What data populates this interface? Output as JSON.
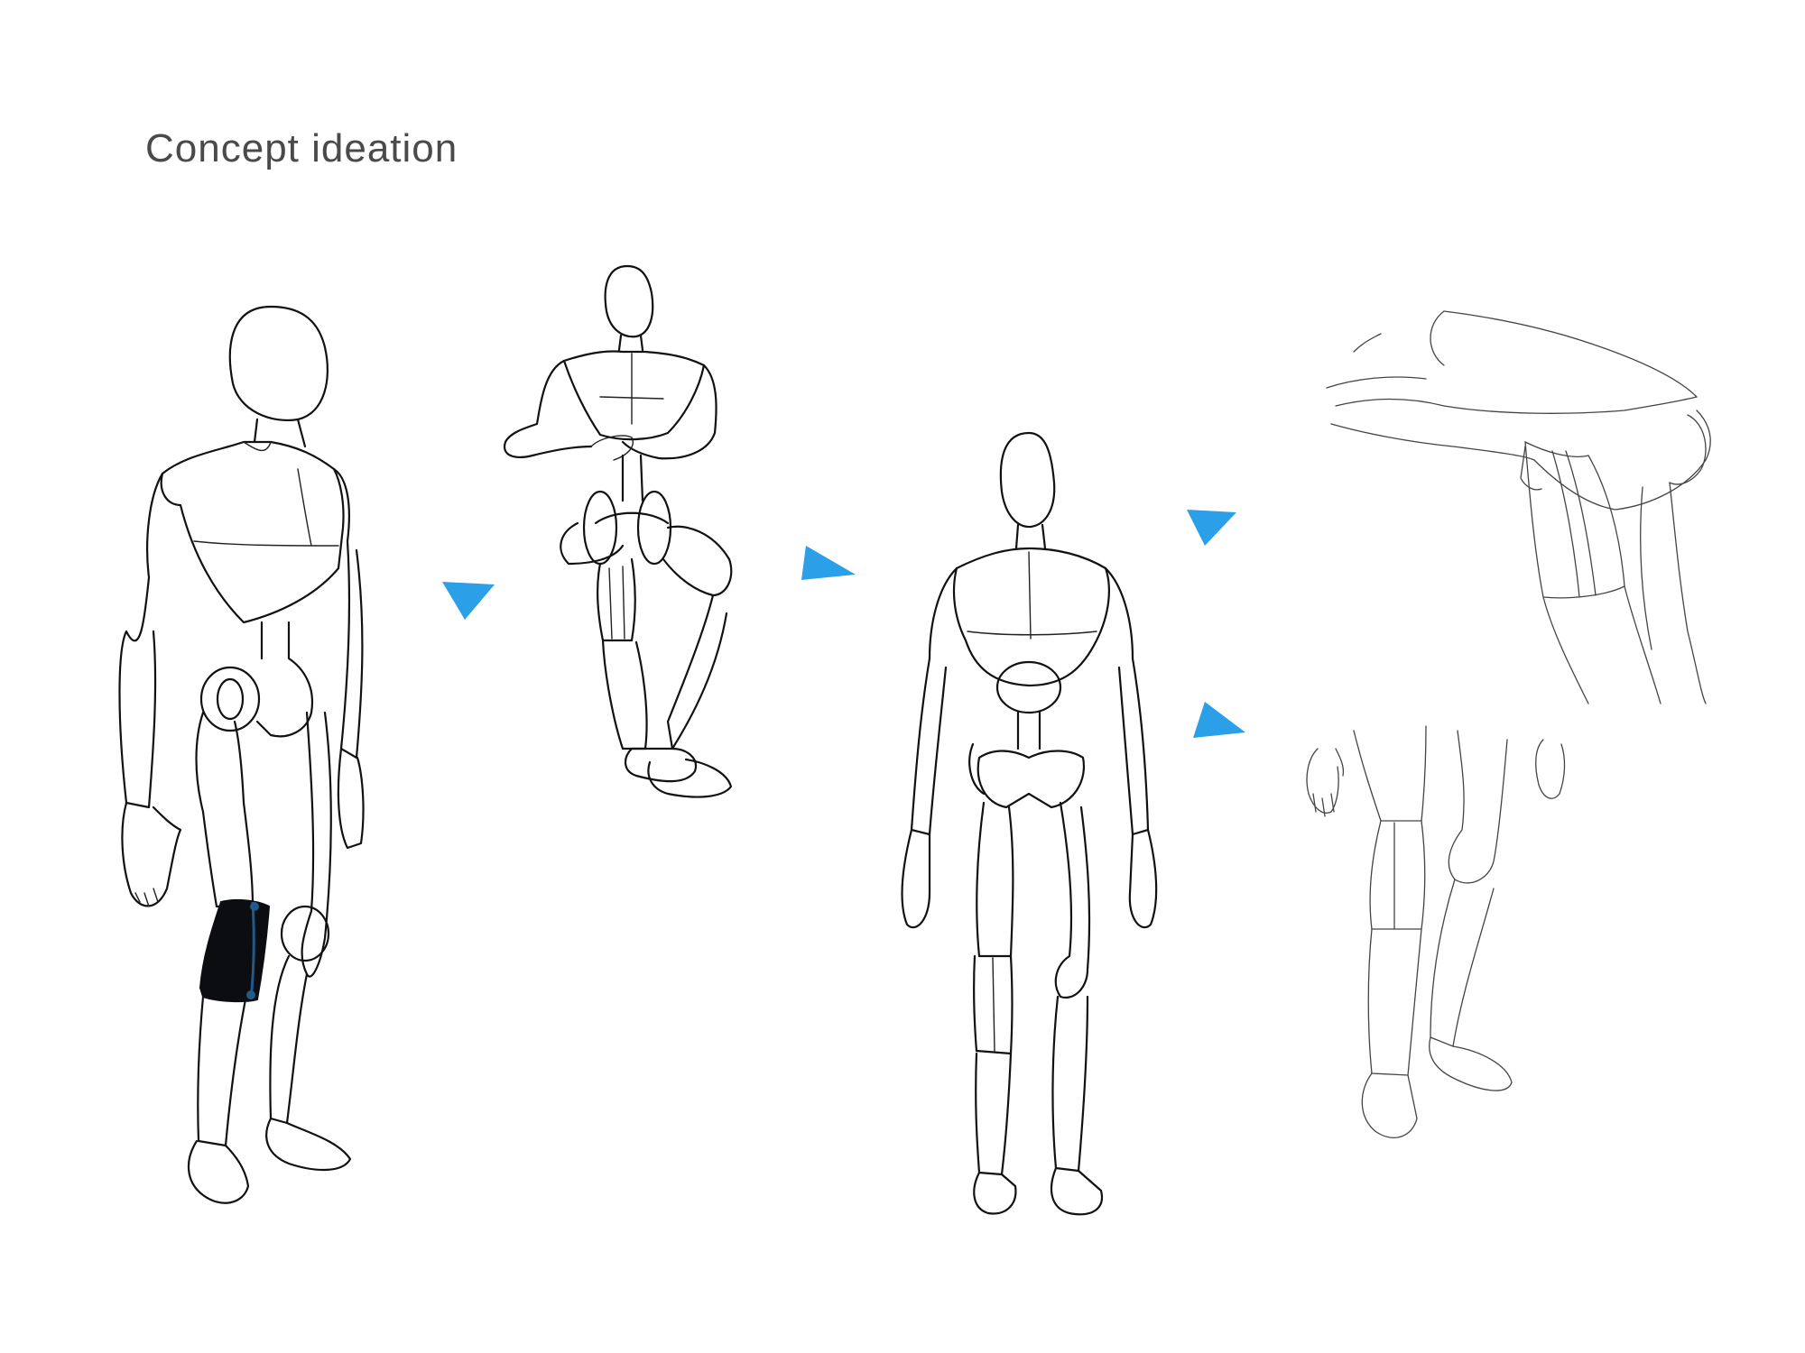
{
  "header": {
    "title": "Concept ideation"
  },
  "colors": {
    "accent": "#2b9fe8",
    "brace": "#0b0d10",
    "brace_accent": "#1f5a8a",
    "line": "#111111"
  },
  "figures": [
    {
      "id": "figure-standing-with-brace",
      "pose": "standing, three-quarter view"
    },
    {
      "id": "figure-seated",
      "pose": "seated, front view"
    },
    {
      "id": "figure-standing-front",
      "pose": "standing, front view"
    },
    {
      "id": "detail-knee-bent",
      "pose": "close-up of bent knee with brace"
    },
    {
      "id": "detail-knee-standing",
      "pose": "close-up of legs standing with brace"
    }
  ],
  "arrows": [
    {
      "id": "arrow-1",
      "icon": "triangle-arrow-icon"
    },
    {
      "id": "arrow-2",
      "icon": "triangle-arrow-icon"
    },
    {
      "id": "arrow-3",
      "icon": "triangle-arrow-icon"
    },
    {
      "id": "arrow-4",
      "icon": "triangle-arrow-icon"
    }
  ]
}
